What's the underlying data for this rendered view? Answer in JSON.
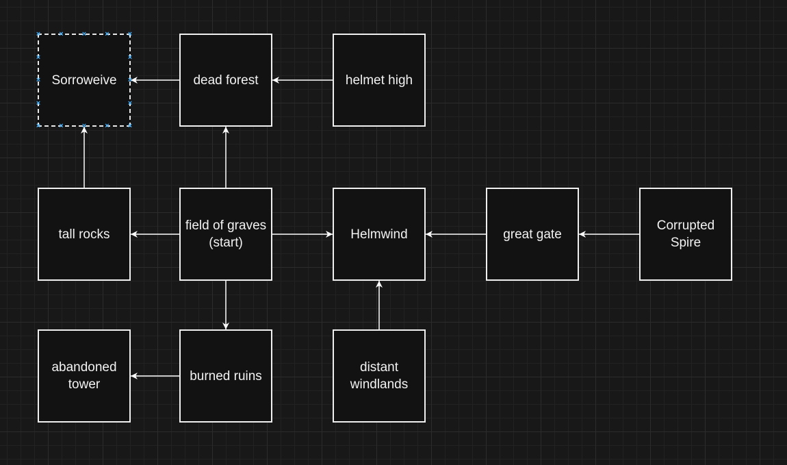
{
  "colors": {
    "background": "#181818",
    "node_fill": "#121212",
    "node_stroke": "#f0f0f0",
    "edge": "#ffffff",
    "selection_handle": "#3fa9f5"
  },
  "nodes": {
    "sorroweive": "Sorroweive",
    "dead_forest": "dead forest",
    "helmet_high": "helmet high",
    "tall_rocks": "tall rocks",
    "field_of_graves": "field of graves\n(start)",
    "helmwind": "Helmwind",
    "great_gate": "great gate",
    "corrupted_spire": "Corrupted\nSpire",
    "abandoned_tower": "abandoned\ntower",
    "burned_ruins": "burned ruins",
    "distant_windlands": "distant\nwindlands"
  },
  "selected_node": "sorroweive",
  "edges": [
    {
      "from": "dead_forest",
      "to": "sorroweive"
    },
    {
      "from": "helmet_high",
      "to": "dead_forest"
    },
    {
      "from": "tall_rocks",
      "to": "sorroweive"
    },
    {
      "from": "field_of_graves",
      "to": "dead_forest"
    },
    {
      "from": "field_of_graves",
      "to": "tall_rocks"
    },
    {
      "from": "field_of_graves",
      "to": "helmwind"
    },
    {
      "from": "field_of_graves",
      "to": "burned_ruins"
    },
    {
      "from": "great_gate",
      "to": "helmwind"
    },
    {
      "from": "corrupted_spire",
      "to": "great_gate"
    },
    {
      "from": "burned_ruins",
      "to": "abandoned_tower"
    },
    {
      "from": "distant_windlands",
      "to": "helmwind"
    }
  ]
}
